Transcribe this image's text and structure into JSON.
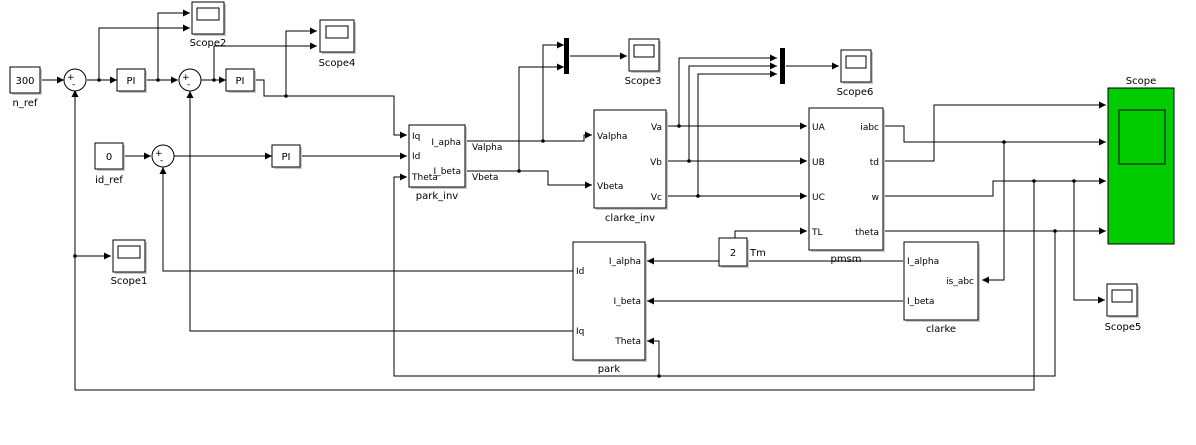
{
  "colors": {
    "scope_main": "#00cc00",
    "scope_screen": "#ffffff"
  },
  "blocks": {
    "n_ref": {
      "value": "300",
      "name": "n_ref"
    },
    "id_ref": {
      "value": "0",
      "name": "id_ref"
    },
    "tm": {
      "value": "2",
      "name": "Tm"
    },
    "pi1": "PI",
    "pi2": "PI",
    "pi3": "PI",
    "sum1": {
      "plus": "+",
      "minus": "-"
    },
    "sum2": {
      "plus": "+",
      "minus": "-"
    },
    "sum3": {
      "plus": "+",
      "minus": "-"
    },
    "scope": "Scope",
    "scope1": "Scope1",
    "scope2": "Scope2",
    "scope3": "Scope3",
    "scope4": "Scope4",
    "scope5": "Scope5",
    "scope6": "Scope6",
    "park_inv": {
      "name": "park_inv",
      "in": [
        "Iq",
        "Id",
        "Theta"
      ],
      "out": [
        "I_apha",
        "I_beta"
      ]
    },
    "clarke_inv": {
      "name": "clarke_inv",
      "in": [
        "Valpha",
        "Vbeta"
      ],
      "out": [
        "Va",
        "Vb",
        "Vc"
      ]
    },
    "pmsm": {
      "name": "pmsm",
      "in": [
        "UA",
        "UB",
        "UC",
        "TL"
      ],
      "out": [
        "iabc",
        "td",
        "w",
        "theta"
      ]
    },
    "park": {
      "name": "park",
      "in": [
        "I_alpha",
        "I_beta",
        "Theta"
      ],
      "out": [
        "Id",
        "Iq"
      ]
    },
    "clarke": {
      "name": "clarke",
      "in": [
        "I_alpha",
        "I_beta"
      ],
      "out": [
        "is_abc"
      ]
    }
  },
  "signals": {
    "valpha": "Valpha",
    "vbeta": "Vbeta"
  }
}
